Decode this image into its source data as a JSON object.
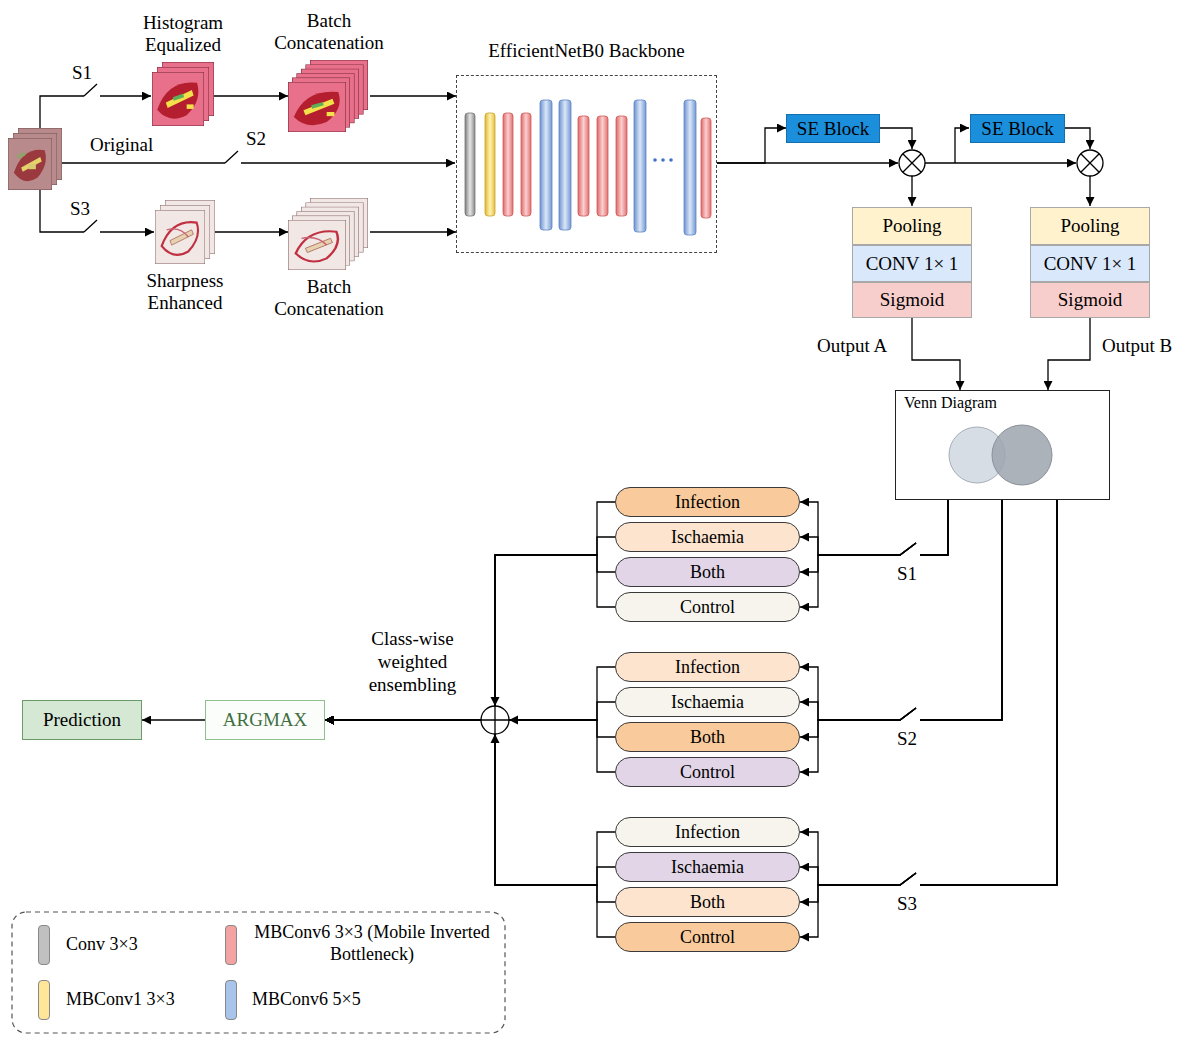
{
  "diagram": {
    "nodes": [
      {
        "text": [
          "Histogram Equalized"
        ]
      },
      {
        "text": [
          "Batch Concatenation"
        ]
      },
      {
        "text": [
          "EfficientNetB0 Backbone"
        ]
      },
      {
        "text": [
          "Sharpness Enhanced"
        ]
      },
      {
        "text": [
          "Batch Concatenation"
        ]
      },
      {
        "text": [
          "SE Block"
        ]
      },
      {
        "text": [
          "SE Block"
        ]
      },
      {
        "text": [
          "Pooling"
        ]
      },
      {
        "text": [
          "CONV 1× 1"
        ]
      },
      {
        "text": [
          "Sigmoid"
        ]
      },
      {
        "text": [
          "Pooling"
        ]
      },
      {
        "text": [
          "CONV 1× 1"
        ]
      },
      {
        "text": [
          "Sigmoid"
        ]
      },
      {
        "text": [
          "Venn Diagram"
        ]
      },
      {
        "text": [
          "Infection"
        ]
      },
      {
        "text": [
          "Ischaemia"
        ]
      },
      {
        "text": [
          "Both"
        ]
      },
      {
        "text": [
          "Control"
        ]
      },
      {
        "text": [
          "Infection"
        ]
      },
      {
        "text": [
          "Ischaemia"
        ]
      },
      {
        "text": [
          "Both"
        ]
      },
      {
        "text": [
          "Control"
        ]
      },
      {
        "text": [
          "Infection"
        ]
      },
      {
        "text": [
          "Ischaemia"
        ]
      },
      {
        "text": [
          "Both"
        ]
      },
      {
        "text": [
          "Control"
        ]
      },
      {
        "text": [
          "ARGMAX"
        ]
      },
      {
        "text": [
          "Prediction"
        ]
      }
    ],
    "edges": [
      {
        "from": 0,
        "to": 1,
        "arrow": "to"
      },
      {
        "from": 1,
        "to": 2,
        "arrow": "to"
      },
      {
        "from": 3,
        "to": 4,
        "arrow": "to"
      },
      {
        "from": 4,
        "to": 2,
        "arrow": "to"
      },
      {
        "from": 2,
        "to": 5,
        "arrow": "to"
      },
      {
        "from": 9,
        "to": 13,
        "label": "Output A",
        "arrow": "to"
      },
      {
        "from": 12,
        "to": 13,
        "label": "Output B",
        "arrow": "to"
      },
      {
        "from": 13,
        "to": 14,
        "arrow": "to"
      },
      {
        "from": 13,
        "to": 15,
        "arrow": "to"
      },
      {
        "from": 13,
        "to": 16,
        "arrow": "to"
      },
      {
        "from": 13,
        "to": 17,
        "arrow": "to"
      },
      {
        "from": 13,
        "to": 18,
        "arrow": "to"
      },
      {
        "from": 13,
        "to": 19,
        "arrow": "to"
      },
      {
        "from": 13,
        "to": 20,
        "arrow": "to"
      },
      {
        "from": 13,
        "to": 21,
        "arrow": "to"
      },
      {
        "from": 13,
        "to": 22,
        "arrow": "to"
      },
      {
        "from": 13,
        "to": 23,
        "arrow": "to"
      },
      {
        "from": 13,
        "to": 24,
        "arrow": "to"
      },
      {
        "from": 13,
        "to": 25,
        "arrow": "to"
      },
      {
        "from": 14,
        "to": 26,
        "arrow": "to"
      },
      {
        "from": 15,
        "to": 26,
        "arrow": "to"
      },
      {
        "from": 16,
        "to": 26,
        "arrow": "to"
      },
      {
        "from": 17,
        "to": 26,
        "arrow": "to"
      },
      {
        "from": 18,
        "to": 26,
        "arrow": "to"
      },
      {
        "from": 19,
        "to": 26,
        "arrow": "to"
      },
      {
        "from": 20,
        "to": 26,
        "arrow": "to"
      },
      {
        "from": 21,
        "to": 26,
        "arrow": "to"
      },
      {
        "from": 22,
        "to": 26,
        "arrow": "to"
      },
      {
        "from": 23,
        "to": 26,
        "arrow": "to"
      },
      {
        "from": 24,
        "to": 26,
        "arrow": "to"
      },
      {
        "from": 25,
        "to": 26,
        "arrow": "to"
      },
      {
        "from": 26,
        "to": 27,
        "arrow": "to"
      }
    ],
    "labels": [
      "S1",
      "Original",
      "S2",
      "S3",
      "S1",
      "S2",
      "S3",
      "Class-wise weighted ensembling"
    ],
    "legend": [
      {
        "text": "Conv 3×3",
        "color": "#c0c0c0"
      },
      {
        "text": "MBConv1 3×3",
        "color": "#ffe699"
      },
      {
        "text": "MBConv6 3×3 (Mobile Inverted Bottleneck)",
        "color": "#f4a3a3"
      },
      {
        "text": "MBConv6 5×5",
        "color": "#a9c4eb"
      }
    ]
  }
}
